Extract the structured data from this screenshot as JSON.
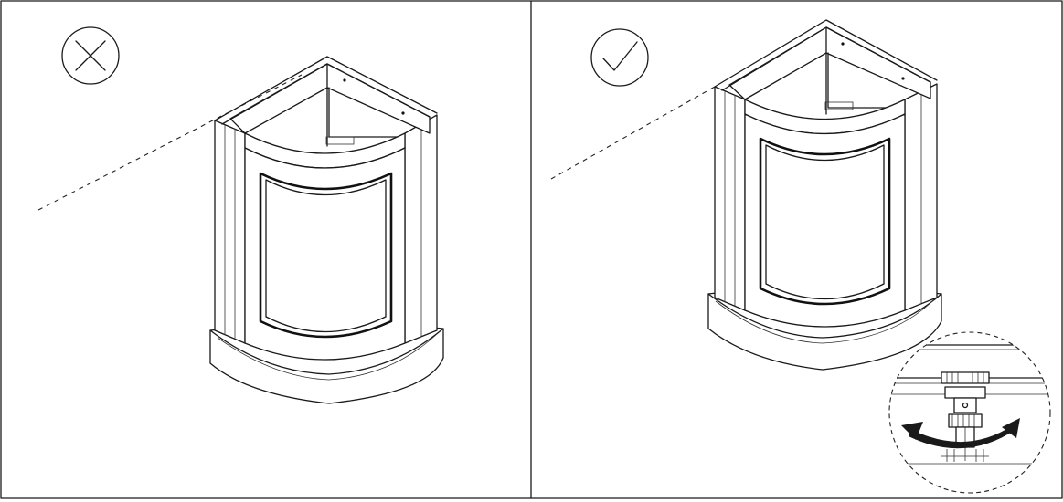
{
  "figure": {
    "panels": [
      {
        "id": "incorrect",
        "mark_icon": "cross-in-circle-icon",
        "meaning": "incorrect"
      },
      {
        "id": "correct",
        "mark_icon": "check-in-circle-icon",
        "meaning": "correct"
      }
    ],
    "detail_icon": "leveling-foot-adjust-icon"
  }
}
